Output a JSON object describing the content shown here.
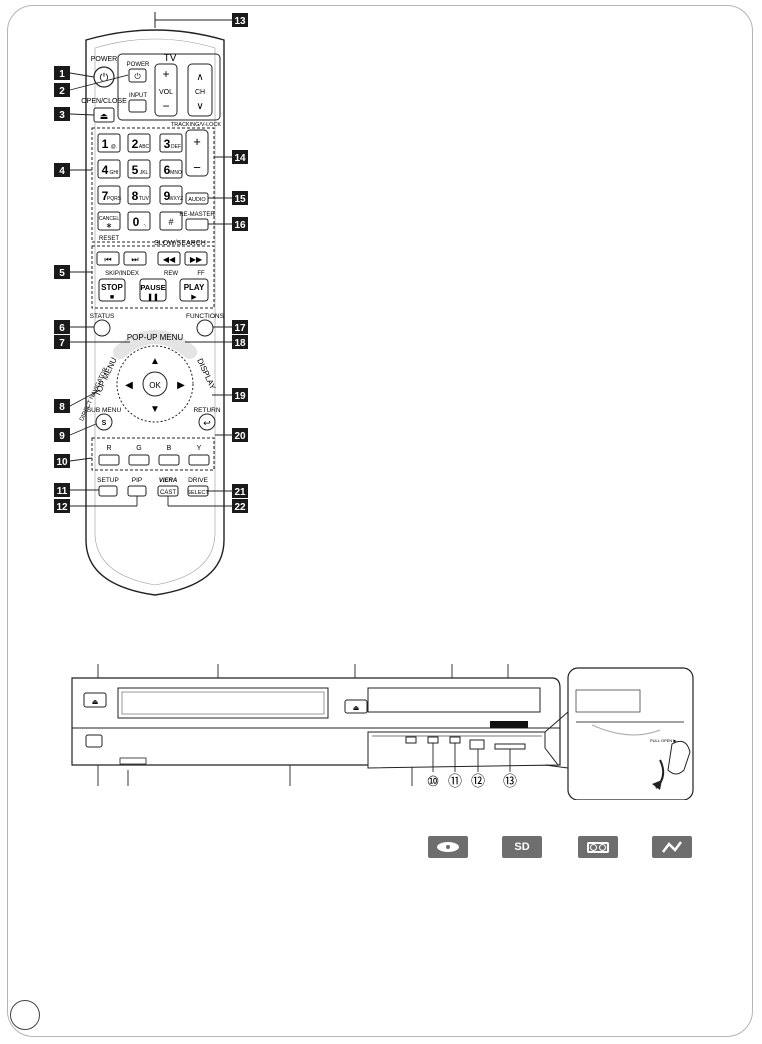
{
  "remote": {
    "tv": "TV",
    "power": "POWER",
    "tv_power": "POWER",
    "input": "INPUT",
    "vol": "VOL",
    "ch": "CH",
    "open_close": "OPEN/CLOSE",
    "tracking": "TRACKING/V-LOCK",
    "keys": [
      {
        "digit": "1",
        "sub": "@."
      },
      {
        "digit": "2",
        "sub": "ABC"
      },
      {
        "digit": "3",
        "sub": "DEF"
      },
      {
        "digit": "4",
        "sub": "GHI"
      },
      {
        "digit": "5",
        "sub": "JKL"
      },
      {
        "digit": "6",
        "sub": "MNO"
      },
      {
        "digit": "7",
        "sub": "PQRS"
      },
      {
        "digit": "8",
        "sub": "TUV"
      },
      {
        "digit": "9",
        "sub": "WXYZ"
      }
    ],
    "cancel": "CANCEL",
    "reset": "RESET",
    "zero": "0",
    "zero_sub": "-,",
    "hash": "#",
    "audio": "AUDIO",
    "remaster": "RE-MASTER",
    "slow_search": "SLOW/SEARCH",
    "skip_index": "SKIP/INDEX",
    "rew": "REW",
    "ff": "FF",
    "stop": "STOP",
    "pause": "PAUSE",
    "play": "PLAY",
    "status": "STATUS",
    "functions": "FUNCTIONS",
    "popup_menu": "POP-UP MENU",
    "direct_navigator": "DIRECT NAVIGATOR",
    "top_menu": "TOP MENU",
    "display": "DISPLAY",
    "ok": "OK",
    "sub_menu": "SUB MENU",
    "s": "S",
    "return": "RETURN",
    "r": "R",
    "g": "G",
    "b": "B",
    "y": "Y",
    "setup": "SETUP",
    "pip": "PIP",
    "viera": "VIERA",
    "cast": "CAST",
    "drive": "DRIVE",
    "select": "SELECT"
  },
  "callouts": [
    "1",
    "2",
    "3",
    "4",
    "5",
    "6",
    "7",
    "8",
    "9",
    "10",
    "11",
    "12",
    "13",
    "14",
    "15",
    "16",
    "17",
    "18",
    "19",
    "20",
    "21",
    "22"
  ],
  "front_panel": {
    "circled": [
      "⑩",
      "⑪",
      "⑫",
      "⑬"
    ],
    "pull_open": "PULL OPEN ▶"
  },
  "disc_icons": {
    "sd": "SD"
  }
}
